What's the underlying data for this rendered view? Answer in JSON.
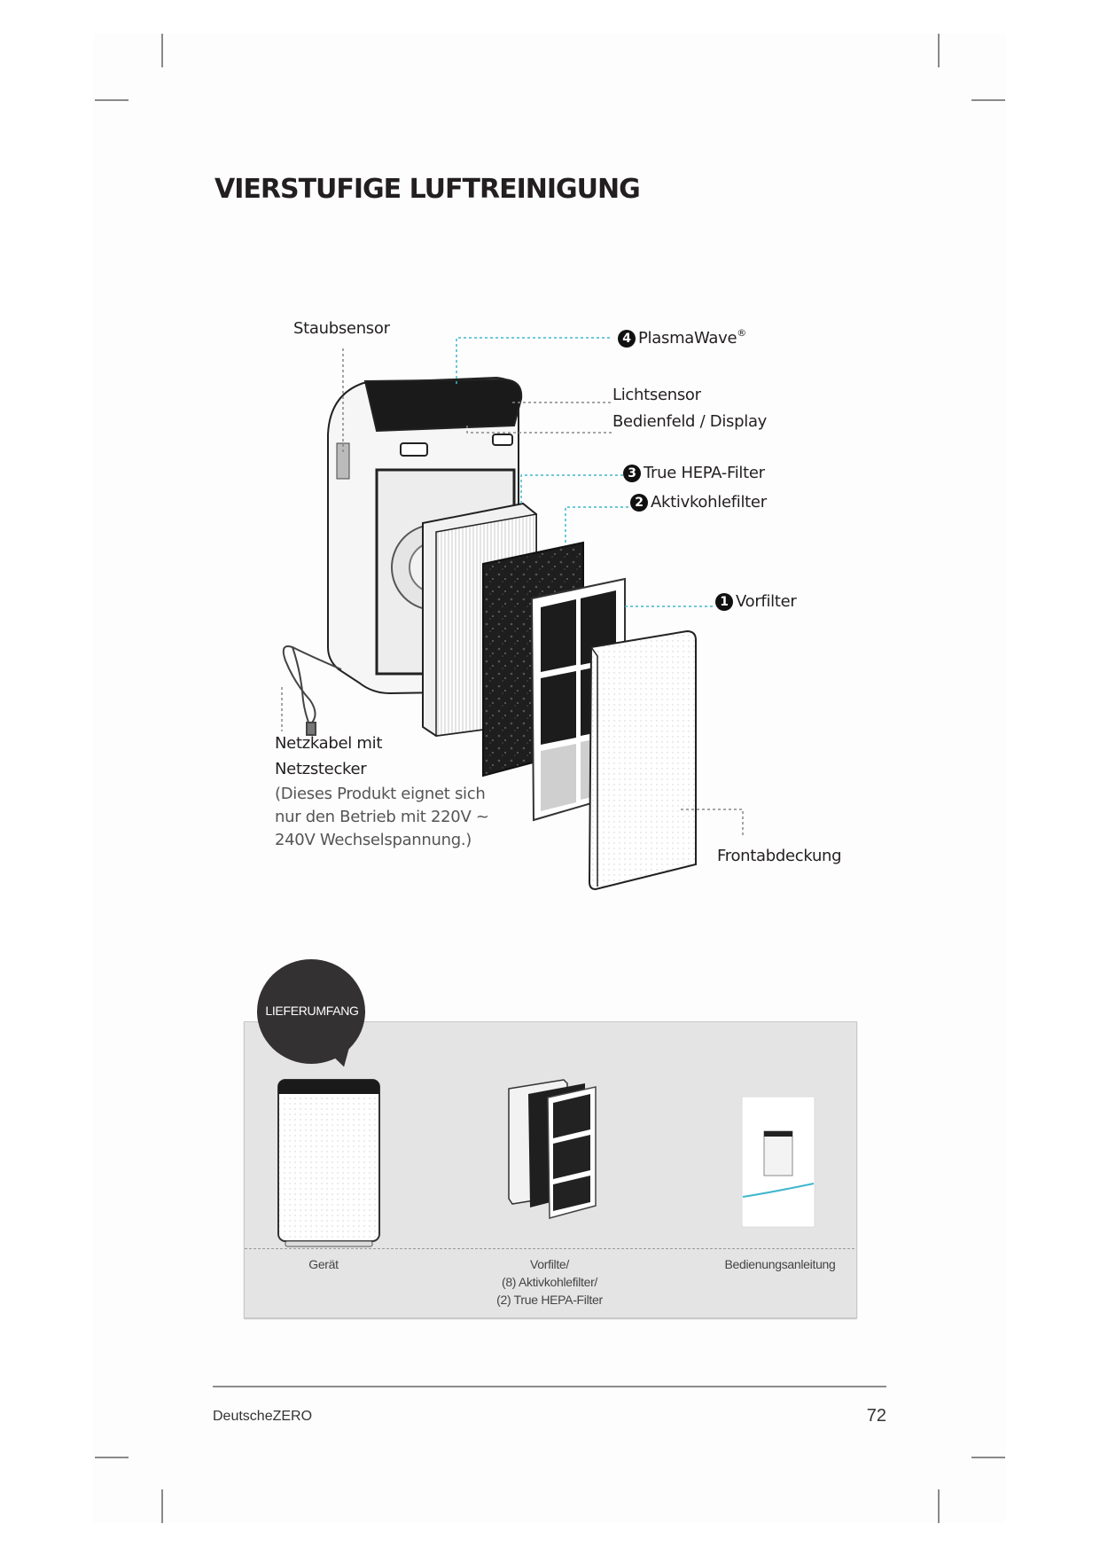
{
  "page": {
    "title": "VIERSTUFIGE LUFTREINIGUNG"
  },
  "diagram": {
    "labels": {
      "dust_sensor": "Staubsensor",
      "plasmawave": {
        "number": "4",
        "text": "PlasmaWave",
        "mark": "®"
      },
      "light_sensor": "Lichtsensor",
      "control_panel": "Bedienfeld / Display",
      "hepa": {
        "number": "3",
        "text": "True HEPA-Filter"
      },
      "carbon": {
        "number": "2",
        "text": "Aktivkohlefilter"
      },
      "prefilter": {
        "number": "1",
        "text": "Vorfilter"
      },
      "power_cable_line1": "Netzkabel mit",
      "power_cable_line2": "Netzstecker",
      "power_note_line1": "(Dieses Produkt eignet sich",
      "power_note_line2": "nur den Betrieb mit 220V ~",
      "power_note_line3": "240V Wechselspannung.)",
      "front_cover": "Frontabdeckung"
    },
    "leader_color": "#3fb7cc"
  },
  "package_contents": {
    "badge": "LIEFERUMFANG",
    "items": [
      {
        "lines": [
          "Gerät"
        ],
        "icon": "air-purifier-icon"
      },
      {
        "lines": [
          "Vorfilte/",
          "(8) Aktivkohlefilter/",
          "(2) True HEPA-Filter"
        ],
        "icon": "filter-set-icon"
      },
      {
        "lines": [
          "Bedienungsanleitung"
        ],
        "icon": "manual-icon"
      }
    ]
  },
  "footer": {
    "brand": "DeutscheZERO",
    "page_number": "72"
  }
}
